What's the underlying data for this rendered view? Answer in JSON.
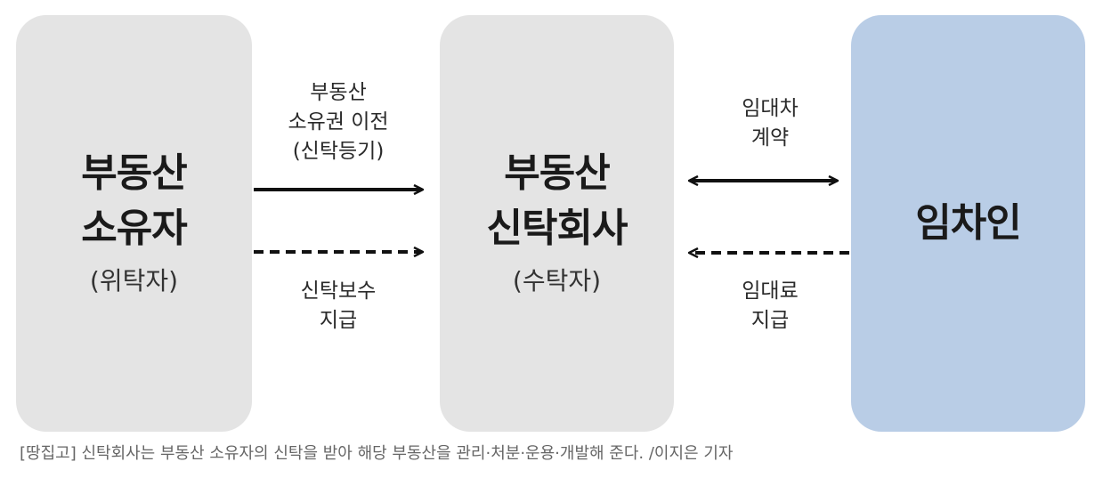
{
  "owner": {
    "title_line1": "부동산",
    "title_line2": "소유자",
    "subtitle": "(위탁자)"
  },
  "trust_company": {
    "title_line1": "부동산",
    "title_line2": "신탁회사",
    "subtitle": "(수탁자)"
  },
  "tenant": {
    "title": "임차인"
  },
  "arrows": {
    "ownership_transfer": {
      "line1": "부동산",
      "line2": "소유권 이전",
      "line3": "(신탁등기)"
    },
    "trust_fee": {
      "line1": "신탁보수",
      "line2": "지급"
    },
    "lease_contract": {
      "line1": "임대차",
      "line2": "계약"
    },
    "rent_payment": {
      "line1": "임대료",
      "line2": "지급"
    }
  },
  "caption": "[땅집고] 신탁회사는 부동산 소유자의 신탁을 받아 해당 부동산을 관리·처분·운용·개발해 준다. /이지은 기자",
  "colors": {
    "gray_box": "#e4e4e4",
    "blue_box": "#b9cde6",
    "arrow": "#111111"
  }
}
